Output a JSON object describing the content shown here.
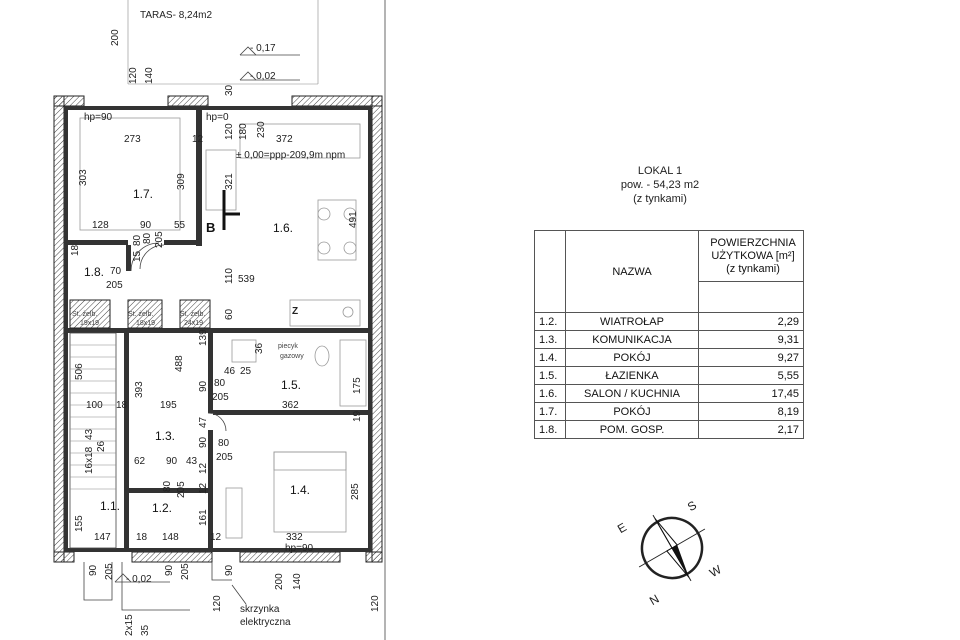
{
  "plan": {
    "terrace_label": "TARAS- 8,24m2",
    "level_labels": [
      "- 0,17",
      "- 0,02",
      "- 0,02"
    ],
    "zero_level": "± 0,00=ppp-209,9m npm",
    "hp_labels": [
      "hp=90",
      "hp=0",
      "hp=90"
    ],
    "room_labels": [
      "1.1.",
      "1.2.",
      "1.3.",
      "1.4.",
      "1.5.",
      "1.6.",
      "1.7.",
      "1.8."
    ],
    "section_mark": "B",
    "kitchen_mark": "Z",
    "chimneys": [
      {
        "label": "St. żelb.",
        "size": "19x19"
      },
      {
        "label": "St. żelb.",
        "size": "18x19"
      },
      {
        "label": "St. żelb.",
        "size": "24x19"
      }
    ],
    "gas_label": [
      "piecyk",
      "gazowy"
    ],
    "electric_box_label": [
      "skrzynka",
      "elektryczna"
    ],
    "dimensions": {
      "top": [
        "200",
        "120",
        "140",
        "30",
        "120",
        "180",
        "230",
        "372"
      ],
      "room17": [
        "273",
        "12",
        "303",
        "309",
        "128",
        "90",
        "55",
        "205",
        "80"
      ],
      "room16": [
        "321",
        "491",
        "539",
        "110",
        "60"
      ],
      "room18": [
        "70",
        "205",
        "15",
        "18",
        "80"
      ],
      "middle": [
        "139",
        "36",
        "46",
        "25",
        "488",
        "90",
        "80",
        "205",
        "175",
        "362",
        "195",
        "47",
        "90",
        "19",
        "80",
        "205"
      ],
      "left": [
        "506",
        "393",
        "100",
        "18",
        "16x18",
        "43",
        "26",
        "62",
        "90",
        "43",
        "12",
        "80",
        "205",
        "12",
        "161"
      ],
      "bottom": [
        "155",
        "147",
        "18",
        "148",
        "12",
        "332",
        "285",
        "90",
        "205",
        "90",
        "205",
        "90",
        "200",
        "140",
        "120",
        "120",
        "2x15",
        "35"
      ]
    }
  },
  "lokal": {
    "title": "LOKAL 1",
    "area": "pow. - 54,23 m2",
    "note": "(z tynkami)"
  },
  "table": {
    "col_name": "NAZWA",
    "col_area_1": "POWIERZCHNIA",
    "col_area_2": "UŻYTKOWA [m²]",
    "col_area_3": "(z tynkami)",
    "rows": [
      {
        "no": "1.2.",
        "name": "WIATROŁAP",
        "area": "2,29"
      },
      {
        "no": "1.3.",
        "name": "KOMUNIKACJA",
        "area": "9,31"
      },
      {
        "no": "1.4.",
        "name": "POKÓJ",
        "area": "9,27"
      },
      {
        "no": "1.5.",
        "name": "ŁAZIENKA",
        "area": "5,55"
      },
      {
        "no": "1.6.",
        "name": "SALON / KUCHNIA",
        "area": "17,45"
      },
      {
        "no": "1.7.",
        "name": "POKÓJ",
        "area": "8,19"
      },
      {
        "no": "1.8.",
        "name": "POM. GOSP.",
        "area": "2,17"
      }
    ]
  },
  "compass": {
    "n": "N",
    "s": "S",
    "e": "E",
    "w": "W"
  }
}
